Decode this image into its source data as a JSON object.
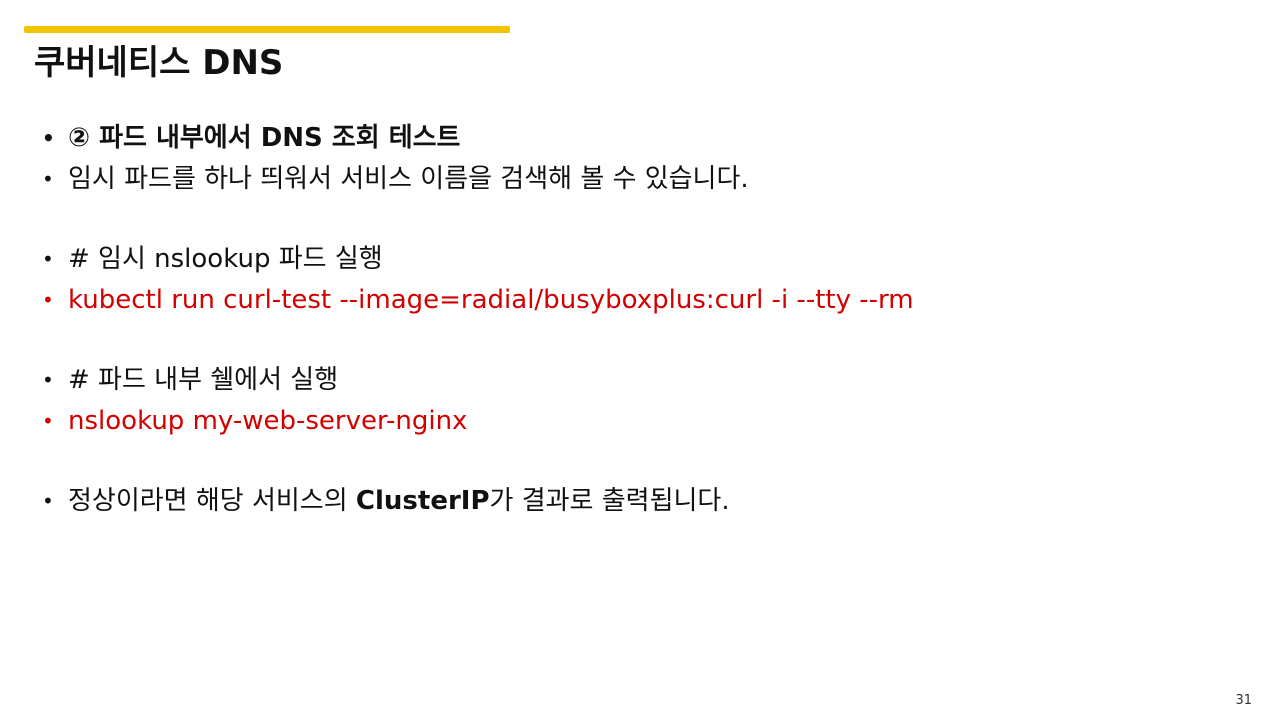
{
  "slide": {
    "title": "쿠버네티스 DNS",
    "page_number": "31",
    "colors": {
      "accent_bar": "#f5c400",
      "code_text": "#d40000",
      "body_text": "#111111"
    },
    "bullets": [
      {
        "text": "② 파드 내부에서 DNS 조회 테스트",
        "style": "bold"
      },
      {
        "text": "임시 파드를 하나 띄워서 서비스 이름을 검색해 볼 수 있습니다.",
        "style": "normal"
      },
      {
        "text": "# 임시 nslookup 파드 실행",
        "style": "normal"
      },
      {
        "text": "kubectl run curl-test --image=radial/busyboxplus:curl -i --tty --rm",
        "style": "code"
      },
      {
        "text": "# 파드 내부 쉘에서 실행",
        "style": "normal"
      },
      {
        "text": "nslookup my-web-server-nginx",
        "style": "code"
      },
      {
        "before": "정상이라면 해당 서비스의 ",
        "bold": "ClusterIP",
        "after": "가 결과로 출력됩니다.",
        "style": "normal"
      }
    ]
  }
}
